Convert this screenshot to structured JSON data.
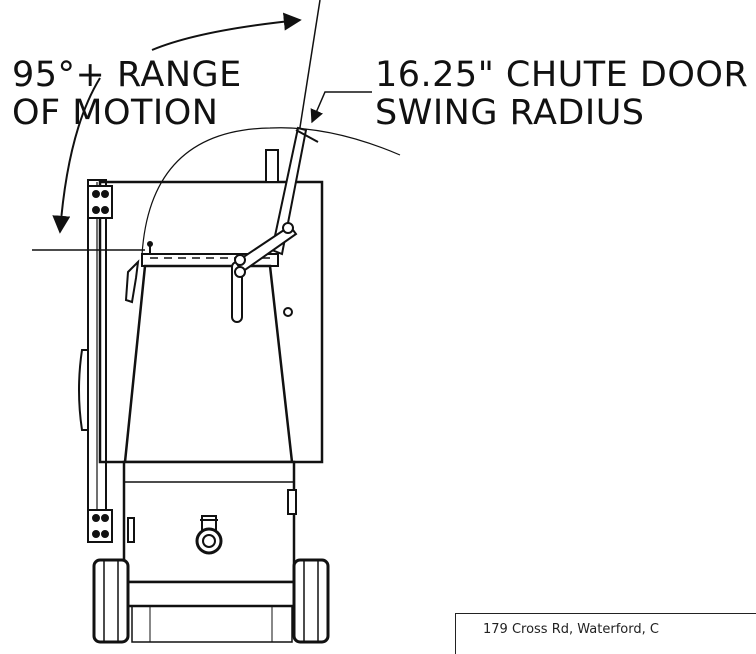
{
  "callouts": {
    "range_line1": "95°+ RANGE",
    "range_line2": "OF MOTION",
    "chute_line1": "16.25\" CHUTE DOOR",
    "chute_line2": "SWING RADIUS"
  },
  "title_block": {
    "address": "179 Cross Rd, Waterford, C"
  },
  "colors": {
    "line": "#111111",
    "background": "#ffffff"
  }
}
